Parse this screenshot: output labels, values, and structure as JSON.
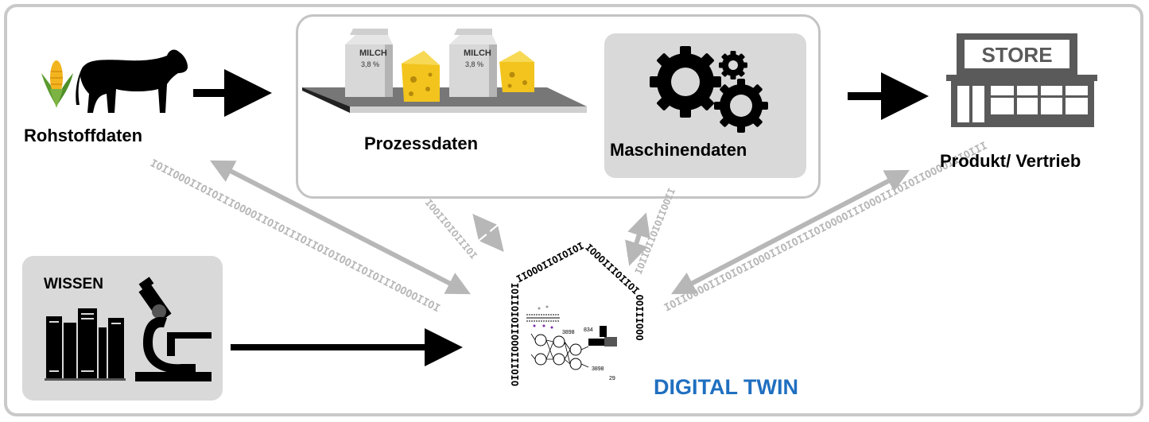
{
  "labels": {
    "rohstoff": "Rohstoffdaten",
    "prozess": "Prozessdaten",
    "maschinen": "Maschinendaten",
    "produkt": "Produkt/ Vertrieb",
    "wissen": "WISSEN",
    "twin": "DIGITAL TWIN"
  },
  "product_text": {
    "milk_label": "MILCH",
    "milk_fat": "3,8 %",
    "store_sign": "STORE"
  },
  "twin_numbers": [
    "3898",
    "834",
    "3898",
    "29"
  ],
  "binary_streams": {
    "a": "IOIIOOOIIOIOIIIOOOOIIOIOIIIOIIOIOIOOIIOIOIIIOOOOIIOI",
    "b": "IOOIIOIOIIIOI",
    "c": "IOIIOIIOIOIIOOII",
    "d": "IOIIOOOOIIIOIOIIOOOIIOIOIIIOIOOOOIIIOOOIIIOIOIIOOOOIIIOIII",
    "twin_ring": "OIOIIIOOOIIOIOIIOIIIOOOIIOIOIOIIOOOIIIOIIOIOOIIIOOO"
  },
  "colors": {
    "twin_label": "#1f6fc0",
    "frame": "#c9c9c9",
    "panel": "#d9d9d9",
    "binary": "#b7b7b7",
    "icon": "#000000",
    "store": "#5a5a5a"
  }
}
